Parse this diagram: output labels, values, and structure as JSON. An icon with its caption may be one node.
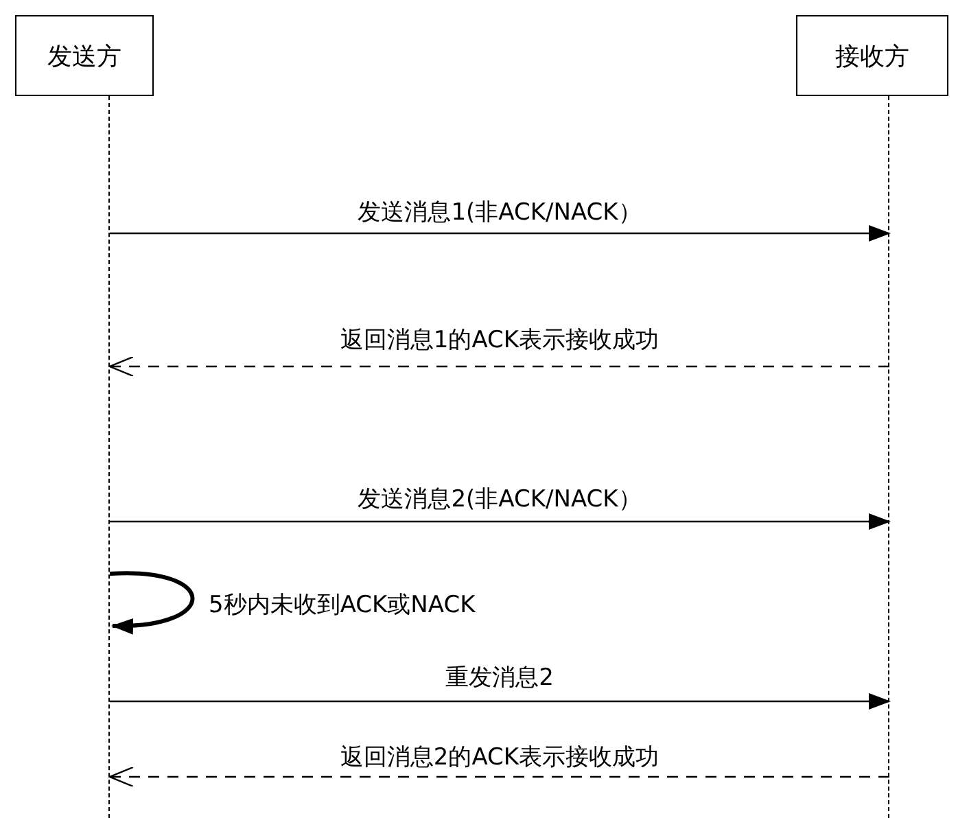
{
  "diagram": {
    "nodes": [
      {
        "text": [
          "发送方"
        ]
      },
      {
        "text": [
          "接收方"
        ]
      },
      {
        "text": [],
        "shape": "line"
      },
      {
        "text": [],
        "shape": "line"
      }
    ],
    "edges": [
      {
        "from": 2,
        "to": 3,
        "arrow": "to",
        "label": "发送消息1(非ACK/NACK）"
      },
      {
        "from": 3,
        "to": 2,
        "arrow": "to",
        "label": "返回消息1的ACK表示接收成功",
        "style": "dashed"
      },
      {
        "from": 2,
        "to": 3,
        "arrow": "to",
        "label": "发送消息2(非ACK/NACK）"
      },
      {
        "from": 2,
        "to": 2,
        "arrow": "to",
        "label": "5秒内未收到ACK或NACK",
        "style": "thick"
      },
      {
        "from": 2,
        "to": 3,
        "arrow": "to",
        "label": "重发消息2"
      },
      {
        "from": 3,
        "to": 2,
        "arrow": "to",
        "label": "返回消息2的ACK表示接收成功",
        "style": "dashed"
      }
    ]
  }
}
